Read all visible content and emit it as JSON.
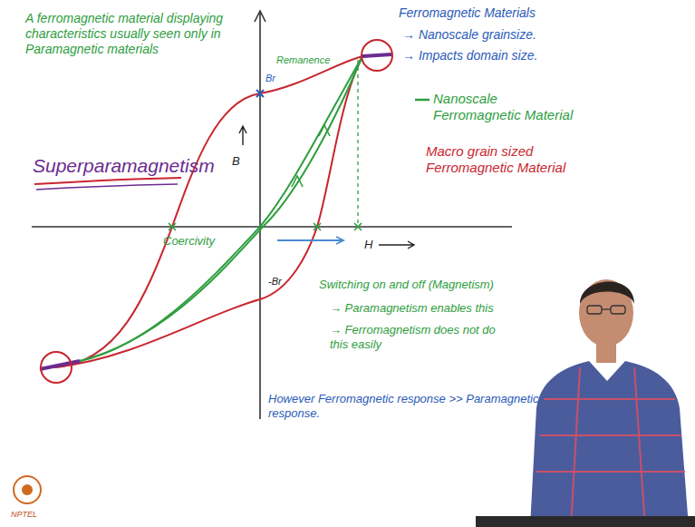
{
  "diagram": {
    "labels": [
      "A ferromagnetic material displaying characteristics usually seen only in Paramagnetic materials",
      "Superparamagnetism",
      "Remanence",
      "Br",
      "B",
      "Coercivity",
      "H",
      "-Br",
      "Ferromagnetic Materials",
      "→ Nanoscale grainsize.",
      "→ Impacts domain size.",
      "Switching on and off (Magnetism)",
      "→ Paramagnetism enables this",
      "→ Ferromagnetism does not do this easily",
      "However Ferromagnetic response >> Paramagnetic response.",
      "NPTEL"
    ],
    "legend": [
      {
        "text": "Nanoscale Ferromagnetic Material"
      },
      {
        "text": "Macro grain sized Ferromagnetic Material"
      }
    ]
  }
}
